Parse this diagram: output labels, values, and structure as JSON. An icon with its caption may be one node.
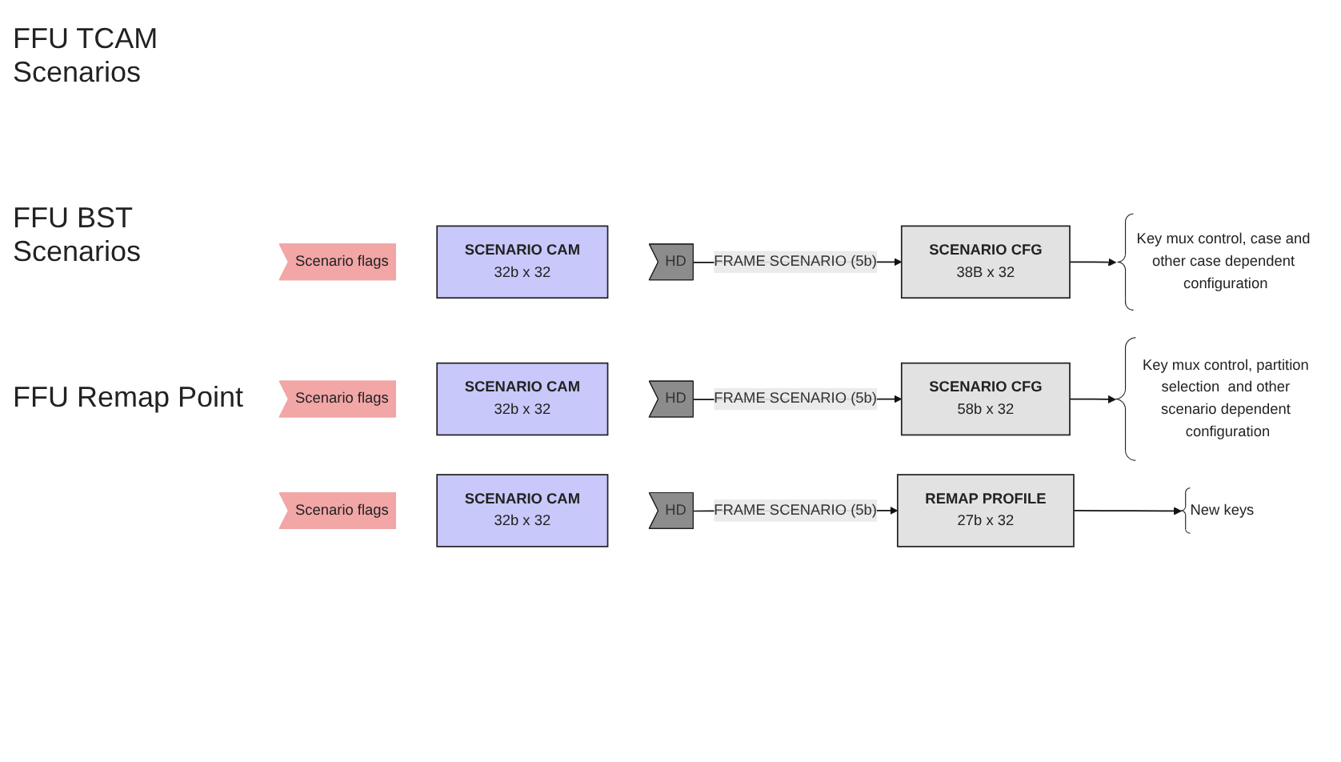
{
  "diagram": {
    "nodes": [
      {
        "text": [
          "Scenario flags"
        ]
      },
      {
        "text": [
          "SCENARIO CAM",
          "32b x 32"
        ]
      },
      {
        "text": [
          "HD"
        ]
      },
      {
        "text": [
          "SCENARIO CFG",
          "38B x 32"
        ]
      },
      {
        "text": [
          "Key mux control, case and other case dependent configuration"
        ]
      },
      {
        "text": [
          "Scenario flags"
        ]
      },
      {
        "text": [
          "SCENARIO CAM",
          "32b x 32"
        ]
      },
      {
        "text": [
          "HD"
        ]
      },
      {
        "text": [
          "SCENARIO CFG",
          "58b x 32"
        ]
      },
      {
        "text": [
          "Key mux control, partition selection  and other scenario dependent configuration"
        ]
      },
      {
        "text": [
          "Scenario flags"
        ]
      },
      {
        "text": [
          "SCENARIO CAM",
          "32b x 32"
        ]
      },
      {
        "text": [
          "HD"
        ]
      },
      {
        "text": [
          "REMAP PROFILE",
          "27b x 32"
        ]
      },
      {
        "text": [
          "New keys"
        ]
      }
    ],
    "edges": [
      {
        "from": 2,
        "to": 3,
        "label": "FRAME SCENARIO (5b)",
        "arrow": "to"
      },
      {
        "from": 3,
        "to": 4,
        "arrow": "to"
      },
      {
        "from": 7,
        "to": 8,
        "label": "FRAME SCENARIO (5b)",
        "arrow": "to"
      },
      {
        "from": 8,
        "to": 9,
        "arrow": "to"
      },
      {
        "from": 12,
        "to": 13,
        "label": "FRAME SCENARIO (5b)",
        "arrow": "to"
      },
      {
        "from": 13,
        "to": 14,
        "arrow": "to"
      }
    ],
    "labels": [
      "FFU TCAM Scenarios",
      "FFU BST Scenarios",
      "FFU Remap Point"
    ]
  }
}
